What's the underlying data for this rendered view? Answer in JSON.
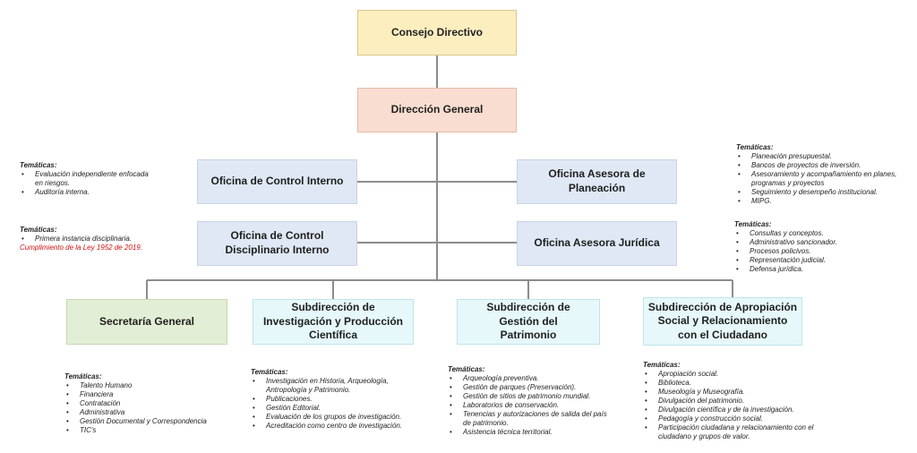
{
  "boxes": {
    "consejo": "Consejo Directivo",
    "direccion": "Dirección General",
    "control_interno": "Oficina de Control Interno",
    "control_disciplinario": "Oficina de Control Disciplinario Interno",
    "planeacion": "Oficina Asesora de Planeación",
    "juridica": "Oficina Asesora Jurídica",
    "secretaria": "Secretaría General",
    "sub_investigacion": "Subdirección de Investigación y Producción Científica",
    "sub_patrimonio": "Subdirección de Gestión del Patrimonio",
    "sub_apropiacion": "Subdirección de Apropiación Social y Relacionamiento con el Ciudadano"
  },
  "notes": {
    "control_interno": {
      "heading": "Temáticas:",
      "items": [
        "Evaluación independiente enfocada en riesgos.",
        "Auditoría interna."
      ]
    },
    "control_disciplinario": {
      "heading": "Temáticas:",
      "items": [
        "Primera instancia disciplinaria."
      ],
      "highlight": "Cumplimiento de la Ley 1952 de 2019."
    },
    "planeacion": {
      "heading": "Temáticas:",
      "items": [
        "Planeación presupuestal.",
        "Bancos de proyectos de inversión.",
        "Asesoramiento y acompañamiento en planes, programas y proyectos",
        "Seguimiento y desempeño institucional.",
        "MIPG."
      ]
    },
    "juridica": {
      "heading": "Temáticas:",
      "items": [
        "Consultas y conceptos.",
        "Administrativo sancionador.",
        "Procesos policivos.",
        "Representación judicial.",
        "Defensa jurídica."
      ]
    },
    "secretaria": {
      "heading": "Temáticas:",
      "items": [
        "Talento Humano",
        "Financiera",
        "Contratación",
        "Administrativa",
        "Gestión Documental y Correspondencia",
        "TIC's"
      ]
    },
    "investigacion": {
      "heading": "Temáticas:",
      "items": [
        "Investigación en Historia, Arqueología, Antropología y Patrimonio.",
        "Publicaciones.",
        "Gestión Editorial.",
        "Evaluación de los grupos de investigación.",
        "Acreditación como centro de investigación."
      ]
    },
    "patrimonio": {
      "heading": "Temáticas:",
      "items": [
        "Arqueología preventiva.",
        "Gestión de parques (Preservación).",
        "Gestión de sitios de patrimonio mundial.",
        "Laboratorios de conservación.",
        "Tenencias y autorizaciones de salida del país de patrimonio.",
        "Asistencia técnica territorial."
      ]
    },
    "apropiacion": {
      "heading": "Temáticas:",
      "items": [
        "Apropiación social.",
        "Biblioteca.",
        "Museología y Museografía.",
        "Divulgación del patrimonio.",
        "Divulgación científica y de la investigación.",
        "Pedagogía y construcción social.",
        "Participación ciudadana y relacionamiento con el ciudadano y grupos de valor."
      ]
    }
  }
}
